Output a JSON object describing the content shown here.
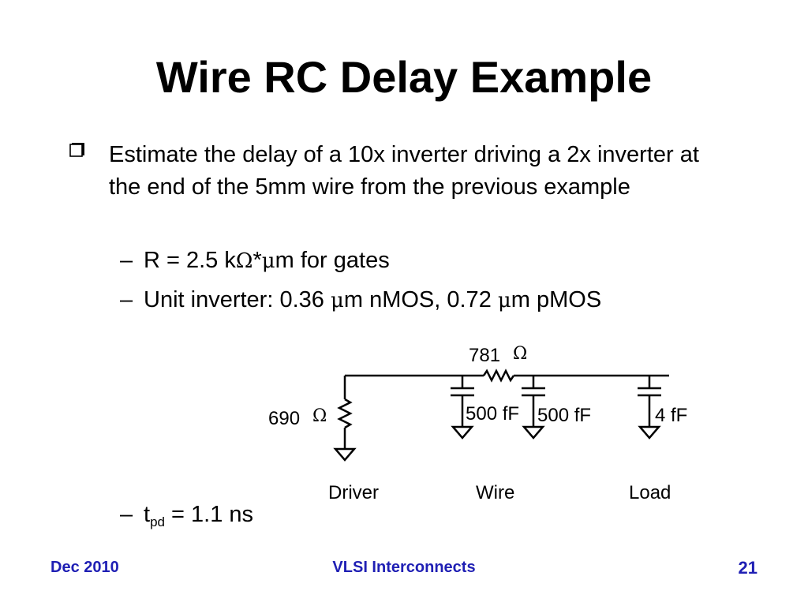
{
  "slide": {
    "title": "Wire RC Delay Example",
    "bullet_text": "Estimate the delay of a 10x inverter driving a 2x inverter at the end of the 5mm wire from the previous example",
    "sub1": {
      "prefix": "R = 2.5 k",
      "ohm": "Ω",
      "star": "*",
      "mu": "μ",
      "suffix": "m for gates"
    },
    "sub2": {
      "text1": "Unit inverter: 0.36 ",
      "mu1": "μ",
      "text2": "m nMOS, 0.72 ",
      "mu2": "μ",
      "text3": "m pMOS"
    },
    "sub3": {
      "t": "t",
      "subscript": "pd",
      "rest": " = 1.1 ns"
    },
    "dash": "–"
  },
  "circuit": {
    "driver_resistance": "690",
    "wire_resistance": "781",
    "ohm_symbol": "Ω",
    "wire_cap_1": "500 fF",
    "wire_cap_2": "500 fF",
    "load_cap": "4 fF",
    "label_driver": "Driver",
    "label_wire": "Wire",
    "label_load": "Load"
  },
  "footer": {
    "left": "Dec 2010",
    "center": "VLSI Interconnects",
    "page": "21"
  },
  "colors": {
    "footer": "#1f1fb4",
    "text": "#000000"
  }
}
